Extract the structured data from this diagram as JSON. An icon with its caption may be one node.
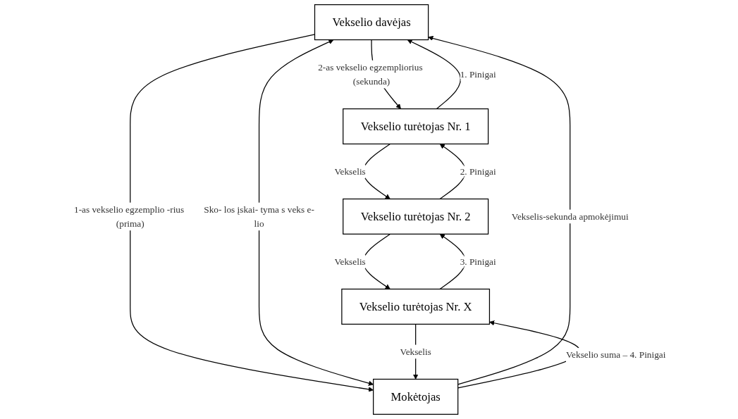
{
  "diagram": {
    "nodes": [
      {
        "text": [
          "Vekselio davėjas"
        ]
      },
      {
        "text": [
          "Vekselio turėtojas Nr. 1"
        ]
      },
      {
        "text": [
          "Vekselio turėtojas Nr. 2"
        ]
      },
      {
        "text": [
          "Mokėtojas"
        ]
      },
      {
        "text": [
          "Vekselio turėtojas Nr. X"
        ]
      }
    ],
    "edges": [
      {
        "from": 1,
        "to": 0,
        "arrow": "to",
        "label": "1. Pinigai"
      },
      {
        "from": 0,
        "to": 1,
        "arrow": "to",
        "label": "2-as vekselio egzempliorius (sekunda)"
      },
      {
        "from": 0,
        "to": 3,
        "arrow": "to",
        "label": "1-as vekselio egzemplio -rius (prima)"
      },
      {
        "from": 0,
        "to": 3,
        "arrow": "both",
        "label": "Sko- los įskai- tyma s veks e-lio"
      },
      {
        "from": 3,
        "to": 0,
        "arrow": "to",
        "label": "Vekselis-sekunda apmokėjimui"
      },
      {
        "from": 1,
        "to": 2,
        "arrow": "to",
        "label": "Vekselis"
      },
      {
        "from": 2,
        "to": 1,
        "arrow": "to",
        "label": "2. Pinigai"
      },
      {
        "from": 2,
        "to": 4,
        "arrow": "to",
        "label": "Vekselis"
      },
      {
        "from": 4,
        "to": 2,
        "arrow": "to",
        "label": "3. Pinigai"
      },
      {
        "from": 4,
        "to": 3,
        "arrow": "to",
        "label": "Vekselis"
      },
      {
        "from": 3,
        "to": 4,
        "arrow": "to",
        "label": "Vekselio suma – 4. Pinigai"
      }
    ]
  }
}
